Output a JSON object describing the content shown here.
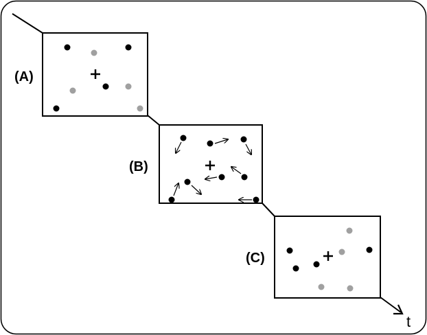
{
  "panels": [
    {
      "label": "(A)"
    },
    {
      "label": "(B)"
    },
    {
      "label": "(C)"
    }
  ],
  "axis": {
    "label": "t"
  },
  "colors": {
    "target_dot": "#000000",
    "distractor_dot": "#a0a0a0",
    "frame": "#000000"
  }
}
